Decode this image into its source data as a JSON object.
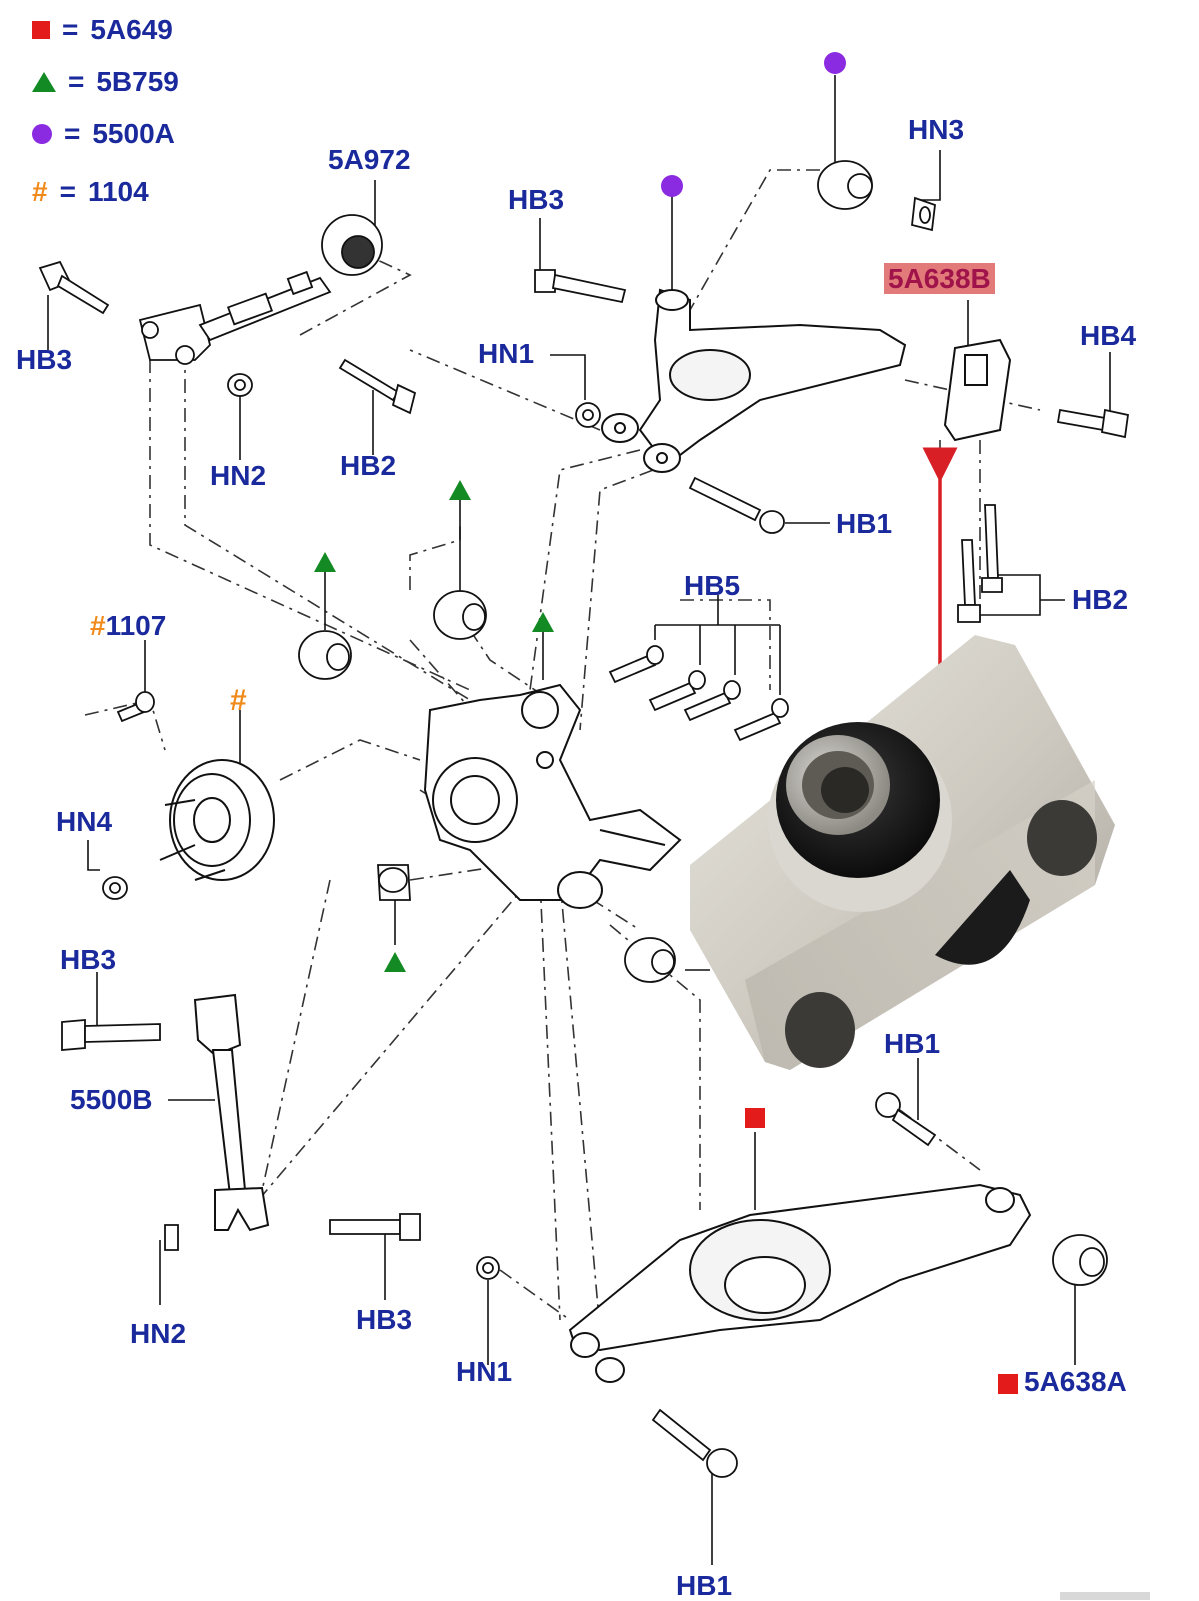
{
  "legend": [
    {
      "symbol": "red-square",
      "eq": "=",
      "code": "5A649"
    },
    {
      "symbol": "green-triangle",
      "eq": "=",
      "code": "5B759"
    },
    {
      "symbol": "purple-circle",
      "eq": "=",
      "code": "5500A"
    },
    {
      "symbol": "orange-hash",
      "eq": "=",
      "code": "1104"
    }
  ],
  "symbol_colors": {
    "square": "#e31b1b",
    "triangle": "#138a23",
    "circle": "#8a2be2",
    "hash": "#f08a1a",
    "label": "#1a2a9c",
    "arrow": "#d81f26"
  },
  "hash_symbol": "#",
  "labels": {
    "l_5a972": "5A972",
    "l_hn3": "HN3",
    "l_hb3_top": "HB3",
    "l_5a638b": "5A638B",
    "l_hb4": "HB4",
    "l_hb3_left": "HB3",
    "l_hn1_top": "HN1",
    "l_hn2_top": "HN2",
    "l_hb2_top": "HB2",
    "l_hb1_top": "HB1",
    "l_hb2_right": "HB2",
    "l_hb5": "HB5",
    "l_1107": "1107",
    "l_hn4": "HN4",
    "l_hb3_mid": "HB3",
    "l_5500b": "5500B",
    "l_hb1_right": "HB1",
    "l_hn2_bottom": "HN2",
    "l_hb3_bottom": "HB3",
    "l_hn1_bottom": "HN1",
    "l_5a638a": "5A638A",
    "l_hb1_bottom": "HB1"
  }
}
